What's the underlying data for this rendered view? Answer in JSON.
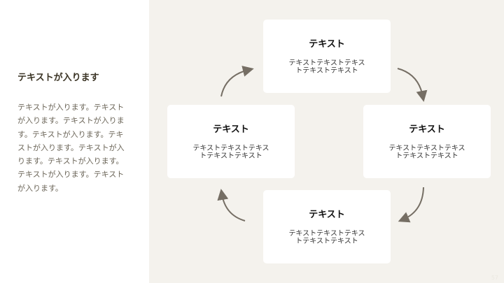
{
  "sidebar": {
    "heading": "テキストが入ります",
    "body": "テキストが入ります。テキストが入ります。テキストが入ります。テキストが入ります。テキストが入ります。テキストが入ります。テキストが入ります。テキストが入ります。テキストが入ります。"
  },
  "cycle": {
    "cards": [
      {
        "title": "テキスト",
        "desc": "テキストテキストテキストテキストテキスト"
      },
      {
        "title": "テキスト",
        "desc": "テキストテキストテキストテキストテキスト"
      },
      {
        "title": "テキスト",
        "desc": "テキストテキストテキストテキストテキスト"
      },
      {
        "title": "テキスト",
        "desc": "テキストテキストテキストテキストテキスト"
      }
    ],
    "arrow_color": "#756e64"
  },
  "page_number": "57"
}
